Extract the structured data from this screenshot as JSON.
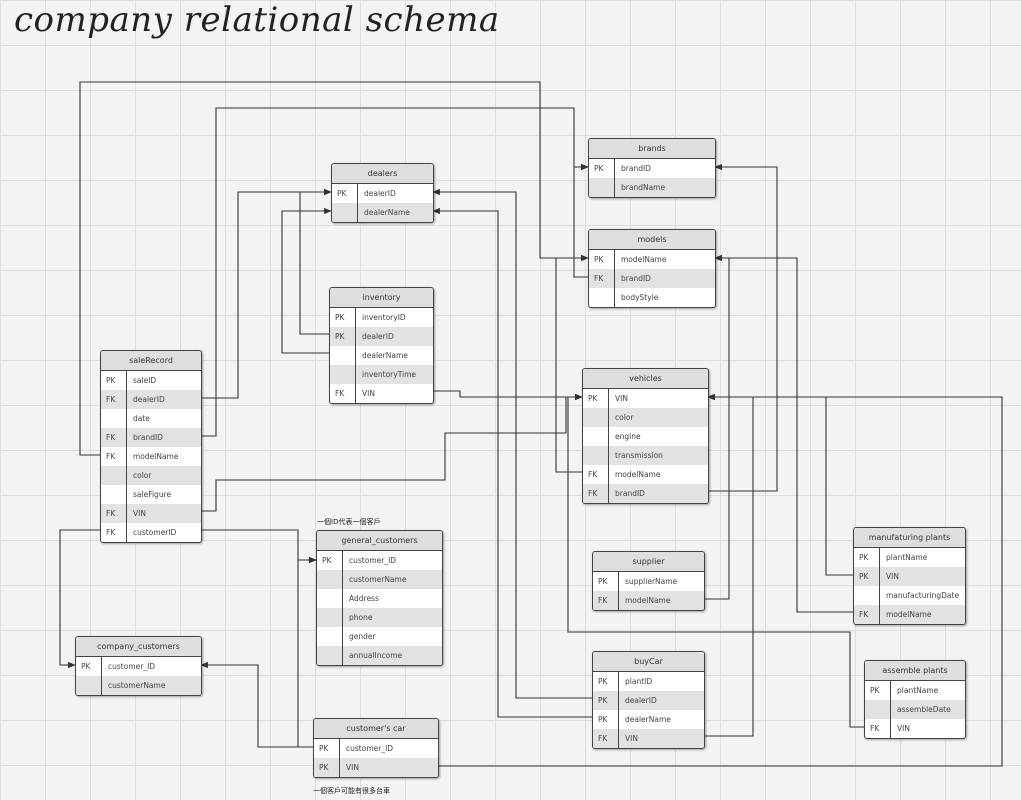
{
  "title": "company relational schema",
  "notes": {
    "one_id_one_customer": "一個ID代表一個客戶",
    "customer_many_cars": "一個客戶可能有很多台車"
  },
  "tables": {
    "brands": {
      "name": "brands",
      "rows": [
        {
          "key": "PK",
          "field": "brandID"
        },
        {
          "key": "",
          "field": "brandName"
        }
      ]
    },
    "dealers": {
      "name": "dealers",
      "rows": [
        {
          "key": "PK",
          "field": "dealerID"
        },
        {
          "key": "",
          "field": "dealerName"
        }
      ]
    },
    "models": {
      "name": "models",
      "rows": [
        {
          "key": "PK",
          "field": "modelName"
        },
        {
          "key": "FK",
          "field": "brandID"
        },
        {
          "key": "",
          "field": "bodyStyle"
        }
      ]
    },
    "inventory": {
      "name": "inventory",
      "rows": [
        {
          "key": "PK",
          "field": "inventoryID"
        },
        {
          "key": "PK",
          "field": "dealerID"
        },
        {
          "key": "",
          "field": "dealerName"
        },
        {
          "key": "",
          "field": "inventoryTime"
        },
        {
          "key": "FK",
          "field": "VIN"
        }
      ]
    },
    "saleRecord": {
      "name": "saleRecord",
      "rows": [
        {
          "key": "PK",
          "field": "saleID"
        },
        {
          "key": "FK",
          "field": "dealerID"
        },
        {
          "key": "",
          "field": "date"
        },
        {
          "key": "FK",
          "field": "brandID"
        },
        {
          "key": "FK",
          "field": "modelName"
        },
        {
          "key": "",
          "field": "color"
        },
        {
          "key": "",
          "field": "saleFigure"
        },
        {
          "key": "FK",
          "field": "VIN"
        },
        {
          "key": "FK",
          "field": "customerID"
        }
      ]
    },
    "vehicles": {
      "name": "vehicles",
      "rows": [
        {
          "key": "PK",
          "field": "VIN"
        },
        {
          "key": "",
          "field": "color"
        },
        {
          "key": "",
          "field": "engine"
        },
        {
          "key": "",
          "field": "transmission"
        },
        {
          "key": "FK",
          "field": "modelName"
        },
        {
          "key": "FK",
          "field": "brandID"
        }
      ]
    },
    "general_customers": {
      "name": "general_customers",
      "rows": [
        {
          "key": "PK",
          "field": "customer_ID"
        },
        {
          "key": "",
          "field": "customerName"
        },
        {
          "key": "",
          "field": "Address"
        },
        {
          "key": "",
          "field": "phone"
        },
        {
          "key": "",
          "field": "gender"
        },
        {
          "key": "",
          "field": "annualIncome"
        }
      ]
    },
    "supplier": {
      "name": "supplier",
      "rows": [
        {
          "key": "PK",
          "field": "supplierName"
        },
        {
          "key": "FK",
          "field": "modelName"
        }
      ]
    },
    "manufaturing_plants": {
      "name": "manufaturing plants",
      "rows": [
        {
          "key": "PK",
          "field": "plantName"
        },
        {
          "key": "PK",
          "field": "VIN"
        },
        {
          "key": "",
          "field": "manufacturingDate"
        },
        {
          "key": "FK",
          "field": "modelName"
        }
      ]
    },
    "company_customers": {
      "name": "company_customers",
      "rows": [
        {
          "key": "PK",
          "field": "customer_ID"
        },
        {
          "key": "",
          "field": "customerName"
        }
      ]
    },
    "buyCar": {
      "name": "buyCar",
      "rows": [
        {
          "key": "PK",
          "field": "plantID"
        },
        {
          "key": "PK",
          "field": "dealerID"
        },
        {
          "key": "PK",
          "field": "dealerName"
        },
        {
          "key": "FK",
          "field": "VIN"
        }
      ]
    },
    "assemble_plants": {
      "name": "assemble plants",
      "rows": [
        {
          "key": "PK",
          "field": "plantName"
        },
        {
          "key": "",
          "field": "assembleDate"
        },
        {
          "key": "FK",
          "field": "VIN"
        }
      ]
    },
    "customers_car": {
      "name": "customer's car",
      "rows": [
        {
          "key": "PK",
          "field": "customer_ID"
        },
        {
          "key": "PK",
          "field": "VIN"
        }
      ]
    }
  },
  "colors": {
    "line": "#333333",
    "header": "#dedede",
    "alt_row": "#e2e2e2",
    "border": "#444444"
  }
}
